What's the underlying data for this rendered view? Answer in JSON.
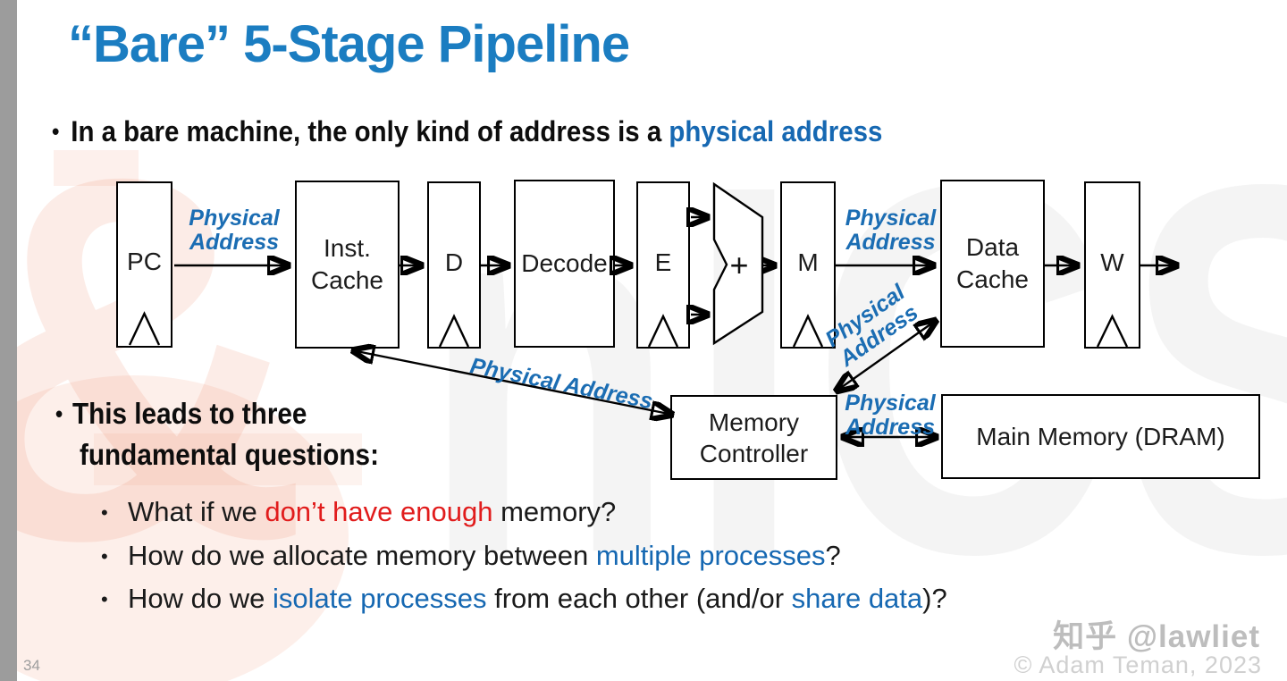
{
  "slide": {
    "title": "“Bare” 5-Stage Pipeline",
    "page_number": "34",
    "credit": "© Adam Teman, 2023",
    "watermark_text": "知乎 @lawliet",
    "logo_watermark_amp": "&",
    "logo_watermark_letters": "nICS"
  },
  "bullet1": {
    "bullet": "•",
    "text": "In a bare machine, the only kind of address is a ",
    "highlight": "physical address"
  },
  "bullet2": {
    "bullet": "•",
    "line1": "This leads to three",
    "line2": "fundamental questions:"
  },
  "questions": {
    "bullet": "•",
    "q1_pre": "What if we ",
    "q1_red": "don’t have enough",
    "q1_post": " memory?",
    "q2_pre": "How do we allocate memory between ",
    "q2_blue": "multiple processes",
    "q2_post": "?",
    "q3_pre": "How do we ",
    "q3_blue1": "isolate processes",
    "q3_mid": " from each other (and/or ",
    "q3_blue2": "share data",
    "q3_post": ")?"
  },
  "diagram": {
    "pc": "PC",
    "inst_cache_l1": "Inst.",
    "inst_cache_l2": "Cache",
    "reg_d": "D",
    "decode": "Decode",
    "reg_e": "E",
    "alu_op": "+",
    "reg_m": "M",
    "data_cache_l1": "Data",
    "data_cache_l2": "Cache",
    "reg_w": "W",
    "mem_ctrl_l1": "Memory",
    "mem_ctrl_l2": "Controller",
    "main_memory": "Main Memory (DRAM)",
    "label_physical": "Physical",
    "label_address": "Address",
    "label_physical_address": "Physical Address"
  },
  "colors": {
    "title_blue": "#1b7dc1",
    "emphasis_blue": "#1668b2",
    "emphasis_red": "#e11c1c",
    "label_blue": "#1b6db3",
    "edge_strip_gray": "#9c9c9c"
  }
}
